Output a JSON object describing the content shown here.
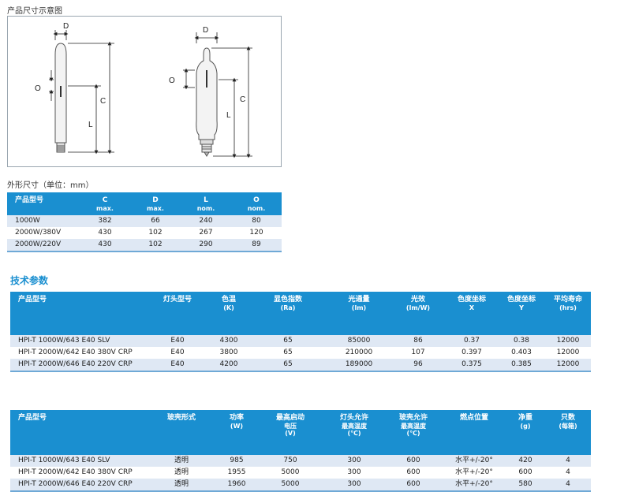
{
  "diagram": {
    "caption": "产品尺寸示意图",
    "labels": {
      "d": "D",
      "o": "O",
      "l": "L",
      "c": "C"
    }
  },
  "dimensions": {
    "caption": "外形尺寸（单位：mm）",
    "headers": [
      {
        "main": "产品型号",
        "sub": ""
      },
      {
        "main": "C",
        "sub": "max."
      },
      {
        "main": "D",
        "sub": "max."
      },
      {
        "main": "L",
        "sub": "nom."
      },
      {
        "main": "O",
        "sub": "nom."
      }
    ],
    "rows": [
      [
        "1000W",
        "382",
        "66",
        "240",
        "80"
      ],
      [
        "2000W/380V",
        "430",
        "102",
        "267",
        "120"
      ],
      [
        "2000W/220V",
        "430",
        "102",
        "290",
        "89"
      ]
    ]
  },
  "tech": {
    "title": "技术参数",
    "headers": [
      {
        "main": "产品型号",
        "sub": ""
      },
      {
        "main": "灯头型号",
        "sub": ""
      },
      {
        "main": "色温",
        "sub": "(K)"
      },
      {
        "main": "显色指数",
        "sub": "(Ra)"
      },
      {
        "main": "光通量",
        "sub": "(lm)"
      },
      {
        "main": "光效",
        "sub": "(lm/W)"
      },
      {
        "main": "色度坐标",
        "sub": "X"
      },
      {
        "main": "色度坐标",
        "sub": "Y"
      },
      {
        "main": "平均寿命",
        "sub": "(hrs)"
      }
    ],
    "rows": [
      [
        "HPI-T 1000W/643  E40 SLV",
        "E40",
        "4300",
        "65",
        "85000",
        "86",
        "0.37",
        "0.38",
        "12000"
      ],
      [
        "HPI-T 2000W/642  E40 380V CRP",
        "E40",
        "3800",
        "65",
        "210000",
        "107",
        "0.397",
        "0.403",
        "12000"
      ],
      [
        "HPI-T 2000W/646  E40 220V CRP",
        "E40",
        "4200",
        "65",
        "189000",
        "96",
        "0.375",
        "0.385",
        "12000"
      ]
    ]
  },
  "physical": {
    "headers": [
      {
        "main": "产品型号",
        "l2": "",
        "l3": ""
      },
      {
        "main": "玻壳形式",
        "l2": "",
        "l3": ""
      },
      {
        "main": "功率",
        "l2": "(W)",
        "l3": ""
      },
      {
        "main": "最高启动",
        "l2": "电压",
        "l3": "(V)"
      },
      {
        "main": "灯头允许",
        "l2": "最高温度",
        "l3": "(℃)"
      },
      {
        "main": "玻壳允许",
        "l2": "最高温度",
        "l3": "(℃)"
      },
      {
        "main": "燃点位置",
        "l2": "",
        "l3": ""
      },
      {
        "main": "净重",
        "l2": "(g)",
        "l3": ""
      },
      {
        "main": "只数",
        "l2": "(每箱)",
        "l3": ""
      }
    ],
    "rows": [
      [
        "HPI-T 1000W/643  E40 SLV",
        "透明",
        "985",
        "750",
        "300",
        "600",
        "水平+/-20°",
        "420",
        "4"
      ],
      [
        "HPI-T 2000W/642  E40 380V CRP",
        "透明",
        "1955",
        "5000",
        "300",
        "600",
        "水平+/-20°",
        "600",
        "4"
      ],
      [
        "HPI-T 2000W/646  E40 220V CRP",
        "透明",
        "1960",
        "5000",
        "300",
        "600",
        "水平+/-20°",
        "580",
        "4"
      ]
    ]
  }
}
